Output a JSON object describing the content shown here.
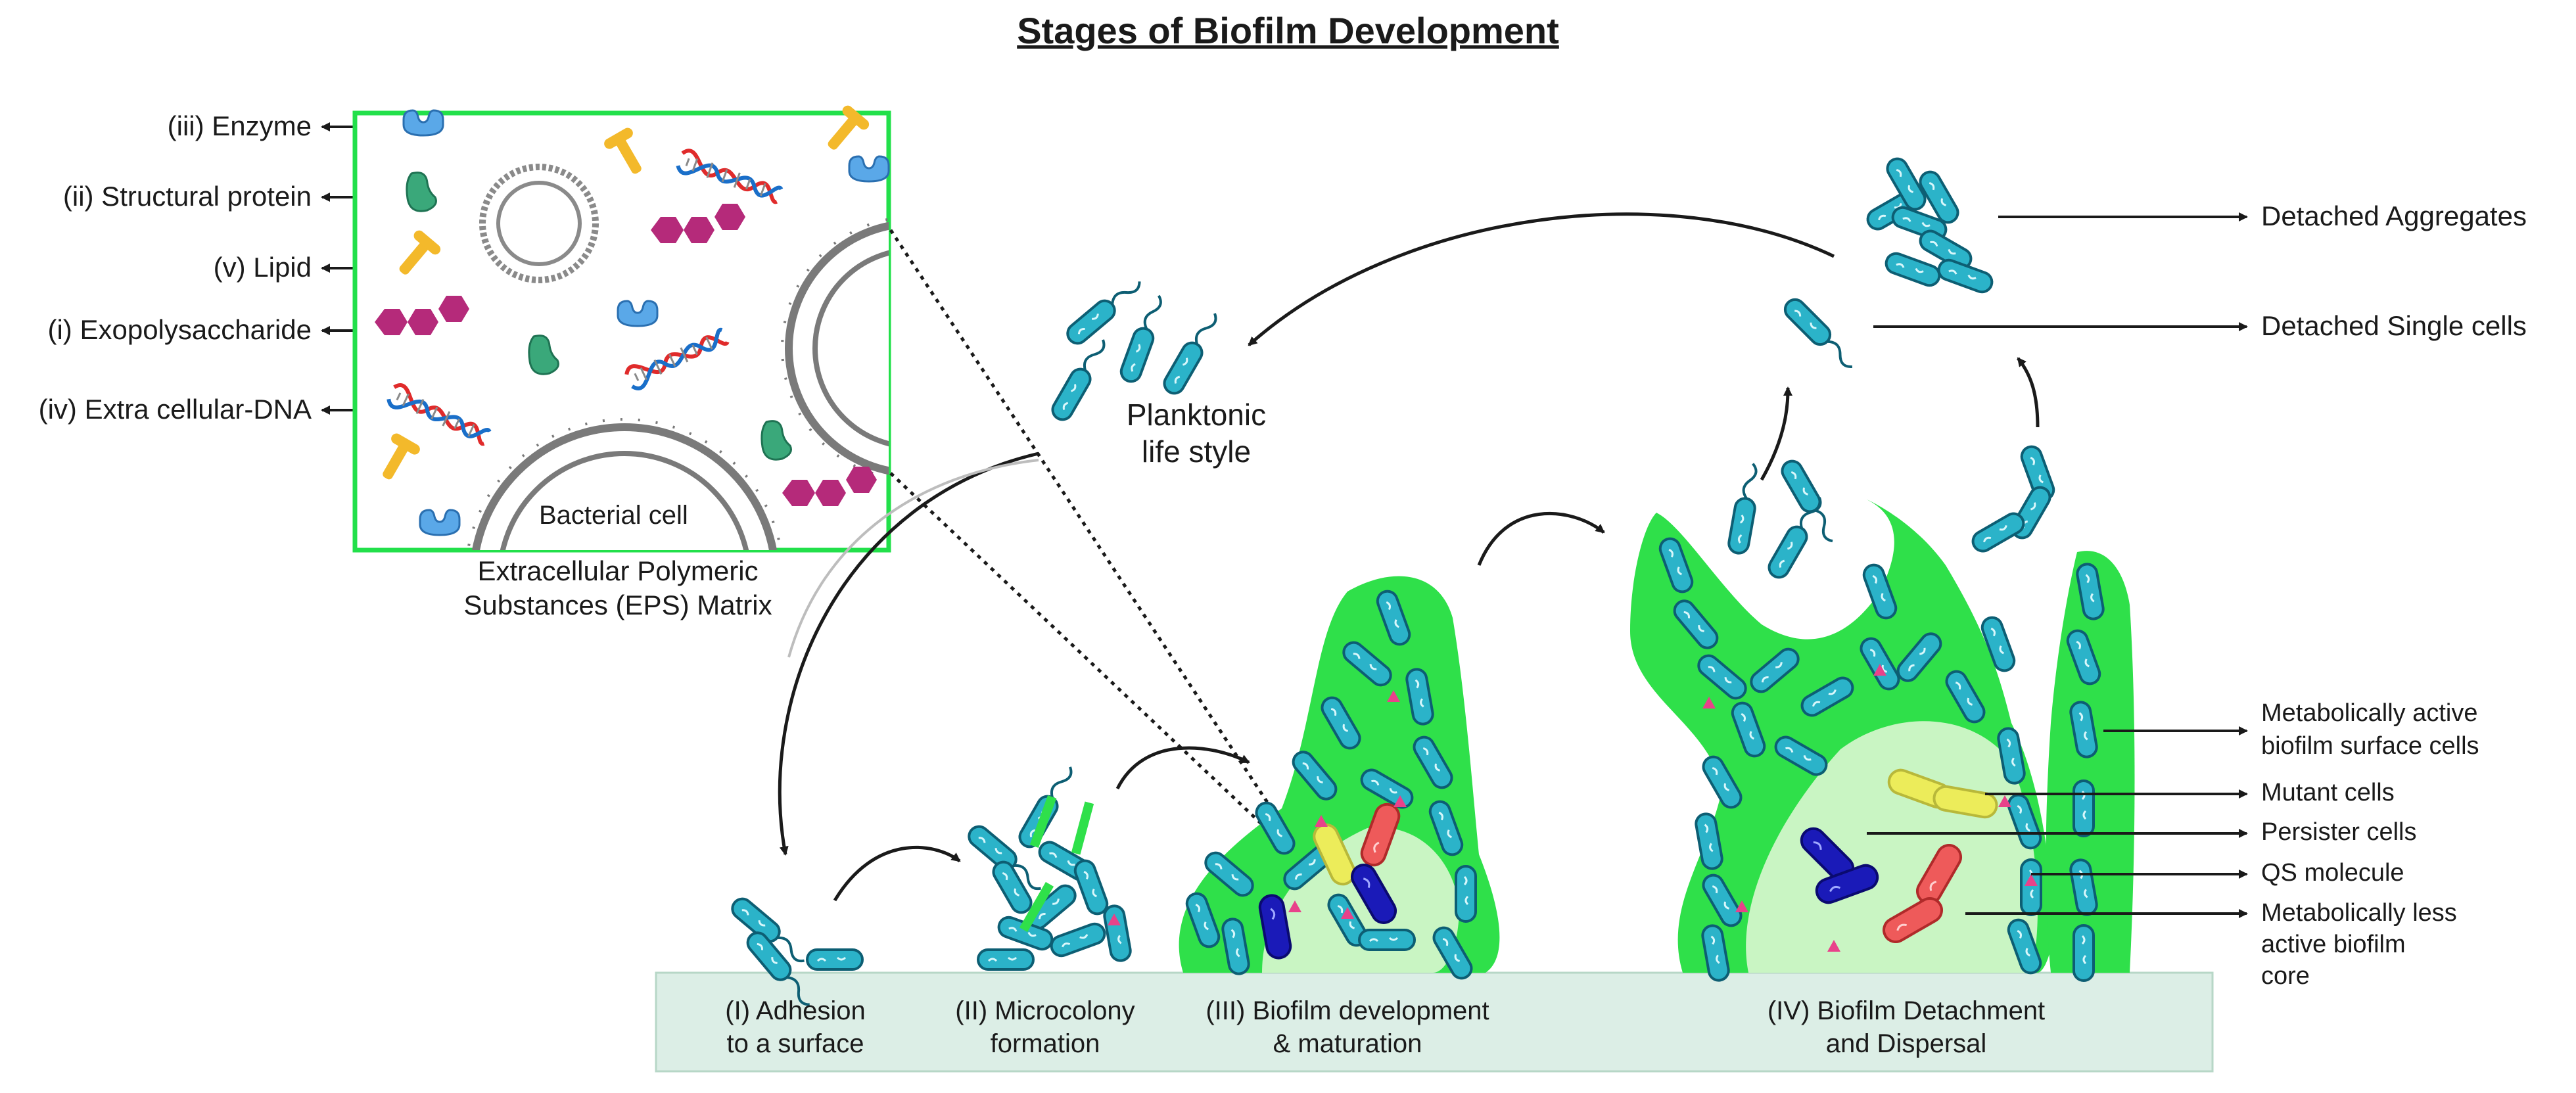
{
  "title": "Stages of Biofilm Development",
  "eps_components": [
    {
      "label": "(iii) Enzyme",
      "icon": "enzyme-icon"
    },
    {
      "label": "(ii) Structural protein",
      "icon": "protein-icon"
    },
    {
      "label": "(v) Lipid",
      "icon": "lipid-icon"
    },
    {
      "label": "(i) Exopolysaccharide",
      "icon": "polysaccharide-icon"
    },
    {
      "label": "(iv) Extra cellular-DNA",
      "icon": "dna-icon"
    }
  ],
  "inset": {
    "bacterial_cell_label": "Bacterial cell",
    "caption_line1": "Extracellular Polymeric",
    "caption_line2": "Substances (EPS) Matrix",
    "border_color": "#22e04a"
  },
  "planktonic": {
    "line1": "Planktonic",
    "line2": "life style"
  },
  "stages": [
    {
      "line1": "(I) Adhesion",
      "line2": "to a surface"
    },
    {
      "line1": "(II) Microcolony",
      "line2": "formation"
    },
    {
      "line1": "(III) Biofilm development",
      "line2": "& maturation"
    },
    {
      "line1": "(IV) Biofilm Detachment",
      "line2": "and Dispersal"
    }
  ],
  "right_labels": {
    "detached_aggregates": "Detached Aggregates",
    "detached_single": "Detached Single cells",
    "active_line1": "Metabolically active",
    "active_line2": "biofilm surface cells",
    "mutant": "Mutant cells",
    "persister": "Persister cells",
    "qs": "QS molecule",
    "core_line1": "Metabolically less",
    "core_line2": "active biofilm",
    "core_line3": "core"
  },
  "colors": {
    "cell_fill": "#2bb3c9",
    "cell_stroke": "#0d5e73",
    "matrix_green": "#2fe04a",
    "core_green": "#c9f5c3",
    "surface": "#dceee6",
    "mutant": "#e8e84a",
    "persister": "#e84a4a",
    "blue_cell": "#1a1ab8",
    "qs_molecule": "#e8428a",
    "dna_red": "#e02b2b",
    "dna_blue": "#1a6fc9",
    "lipid": "#f3b92b",
    "polysaccharide": "#b52a7a",
    "protein": "#3aa87a",
    "enzyme": "#5aa8e8"
  }
}
